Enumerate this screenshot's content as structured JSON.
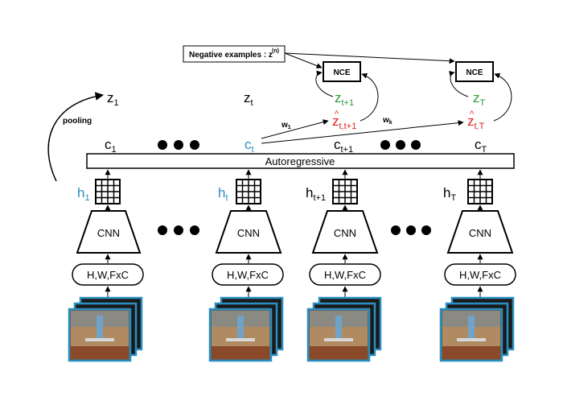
{
  "negative_examples": {
    "label": "Negative examples : z",
    "superscript": "(n)"
  },
  "nce": {
    "label": "NCE"
  },
  "autoregressive": {
    "label": "Autoregressive"
  },
  "pooling": {
    "label": "pooling"
  },
  "weights": {
    "w1": "w",
    "w1_sub": "1",
    "wk": "w",
    "wk_sub": "k"
  },
  "z_top": {
    "z1": {
      "base": "z",
      "sub": "1"
    },
    "zt": {
      "base": "z",
      "sub": "t"
    }
  },
  "z_targets": {
    "zt1": {
      "base": "z",
      "sub": "t+1"
    },
    "zT": {
      "base": "z",
      "sub": "T"
    }
  },
  "z_preds": {
    "zt1": {
      "hat": "^",
      "base": "z",
      "sub": "t,t+1"
    },
    "zT": {
      "hat": "^",
      "base": "z",
      "sub": "t,T"
    }
  },
  "context": {
    "c1": {
      "base": "c",
      "sub": "1"
    },
    "ct": {
      "base": "c",
      "sub": "t"
    },
    "ct1": {
      "base": "c",
      "sub": "t+1"
    },
    "cT": {
      "base": "c",
      "sub": "T"
    }
  },
  "hidden": {
    "h1": {
      "base": "h",
      "sub": "1"
    },
    "ht": {
      "base": "h",
      "sub": "t"
    },
    "ht1": {
      "base": "h",
      "sub": "t+1"
    },
    "hT": {
      "base": "h",
      "sub": "T"
    }
  },
  "encoder": {
    "cnn": "CNN",
    "input": "H,W,FxC"
  },
  "colors": {
    "blue": "#2a8fc0",
    "green": "#2f9a3b",
    "red": "#e0201b",
    "frame_border": "#2a8fc0"
  }
}
